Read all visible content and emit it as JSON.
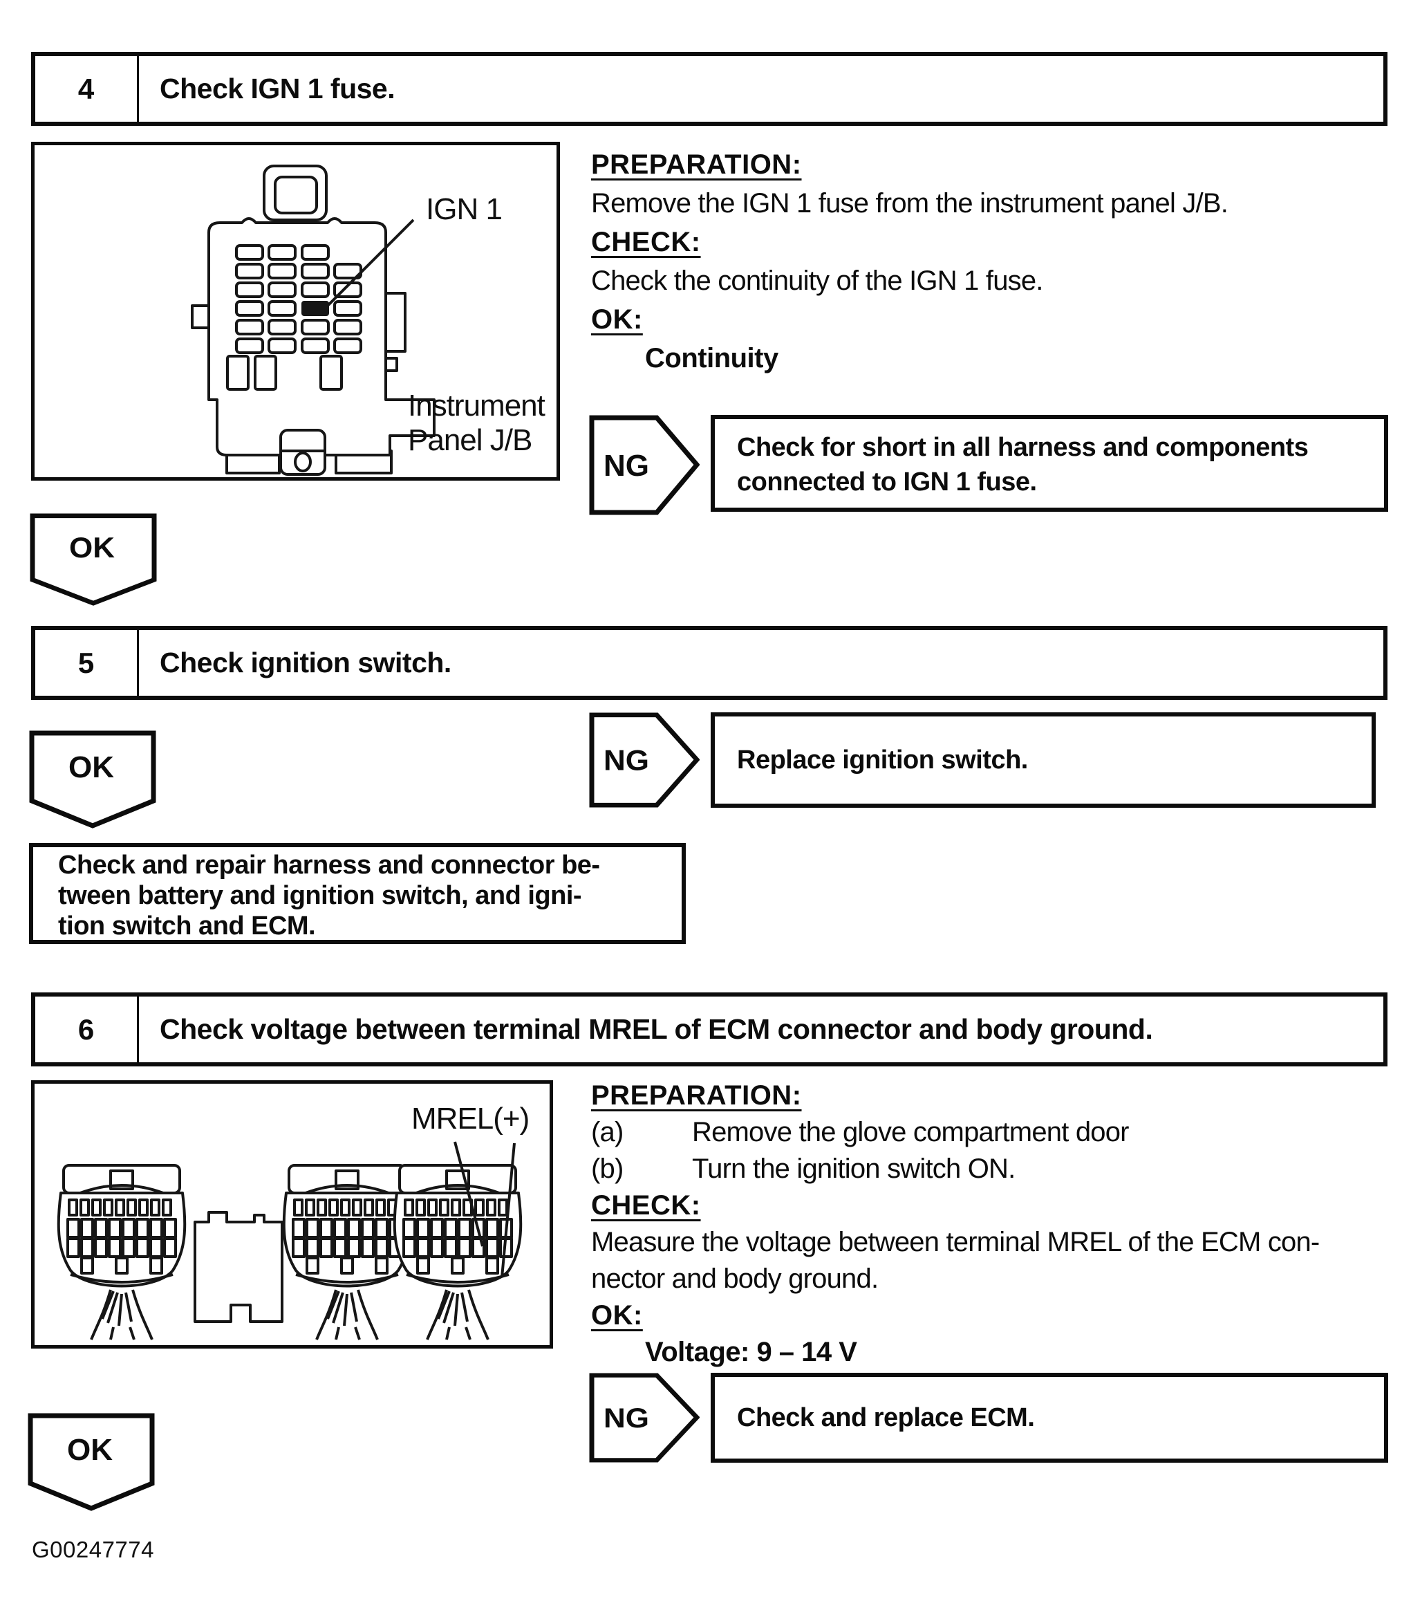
{
  "step4": {
    "number": "4",
    "title": "Check IGN 1 fuse.",
    "figure": {
      "callout": "IGN 1",
      "caption": "Instrument Panel J/B"
    },
    "preparation_heading": "PREPARATION:",
    "preparation_text": "Remove the IGN 1 fuse from the instrument panel J/B.",
    "check_heading": "CHECK:",
    "check_text": "Check the continuity of the IGN 1 fuse.",
    "ok_heading": "OK:",
    "ok_value": "Continuity",
    "ng_label": "NG",
    "ng_action_lines": [
      "Check for short in all harness and components",
      "connected to IGN 1 fuse."
    ],
    "ok_label": "OK"
  },
  "step5": {
    "number": "5",
    "title": "Check ignition switch.",
    "ng_label": "NG",
    "ng_action": "Replace ignition switch.",
    "ok_label": "OK",
    "result_lines": [
      "Check and repair harness and connector be-",
      "tween battery and ignition switch, and igni-",
      "tion switch and ECM."
    ]
  },
  "step6": {
    "number": "6",
    "title": "Check voltage between terminal MREL of ECM connector and body ground.",
    "figure": {
      "callout": "MREL(+)"
    },
    "preparation_heading": "PREPARATION:",
    "preparation_items": [
      {
        "marker": "(a)",
        "text": "Remove the glove compartment door"
      },
      {
        "marker": "(b)",
        "text": "Turn the ignition switch ON."
      }
    ],
    "check_heading": "CHECK:",
    "check_lines": [
      "Measure the voltage between terminal MREL of the ECM con-",
      "nector and body ground."
    ],
    "ok_heading": "OK:",
    "ok_value": "Voltage: 9 – 14 V",
    "ng_label": "NG",
    "ng_action": "Check and replace ECM.",
    "ok_label": "OK"
  },
  "footer": {
    "figure_code": "G00247774"
  }
}
